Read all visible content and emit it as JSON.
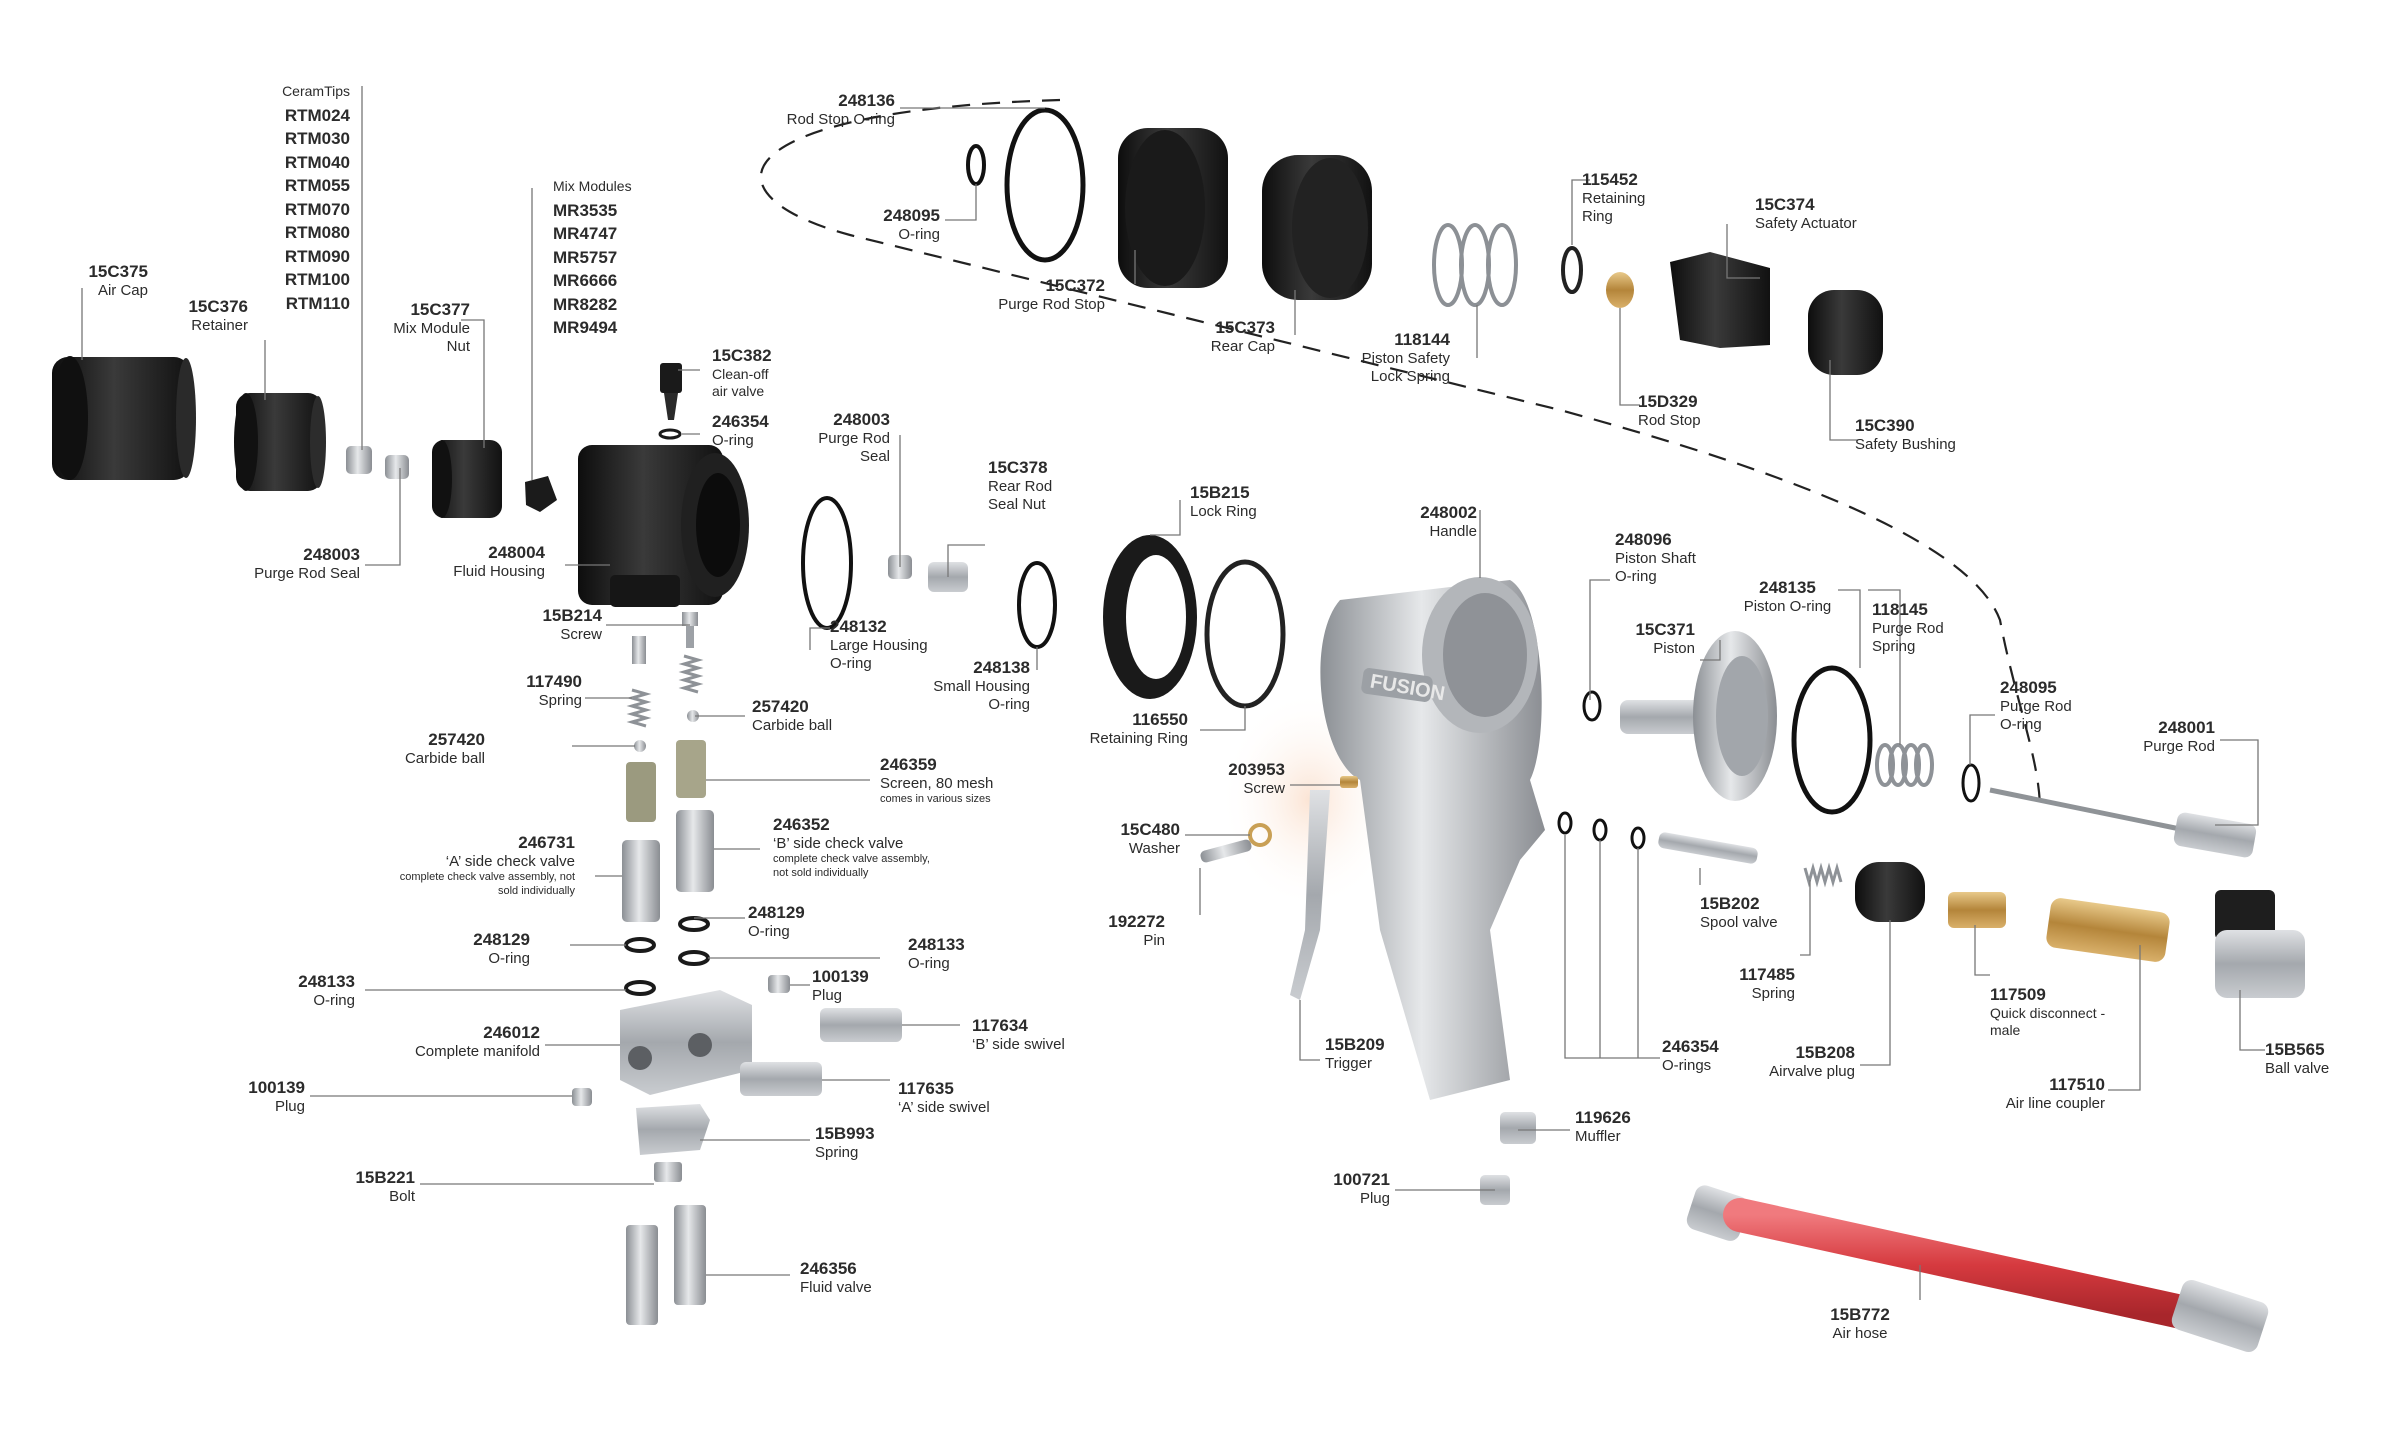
{
  "parts": [
    {
      "id": "15C375",
      "number": "15C375",
      "name": "Air Cap"
    },
    {
      "id": "15C376",
      "number": "15C376",
      "name": "Retainer"
    },
    {
      "id": "15C377",
      "number": "15C377",
      "name": "Mix Module Nut"
    },
    {
      "id": "15C382",
      "number": "15C382",
      "name": "Clean-off air valve"
    },
    {
      "id": "246354a",
      "number": "246354",
      "name": "O-ring"
    },
    {
      "id": "248003a",
      "number": "248003",
      "name": "Purge Rod Seal"
    },
    {
      "id": "248004",
      "number": "248004",
      "name": "Fluid Housing"
    },
    {
      "id": "15B214",
      "number": "15B214",
      "name": "Screw"
    },
    {
      "id": "117490",
      "number": "117490",
      "name": "Spring"
    },
    {
      "id": "257420a",
      "number": "257420",
      "name": "Carbide ball"
    },
    {
      "id": "257420b",
      "number": "257420",
      "name": "Carbide ball"
    },
    {
      "id": "246359",
      "number": "246359",
      "name": "Screen, 80 mesh",
      "note": "comes in various sizes"
    },
    {
      "id": "246731",
      "number": "246731",
      "name": "‘A’ side check valve",
      "note": "complete check valve assembly, not sold individually"
    },
    {
      "id": "246352",
      "number": "246352",
      "name": "‘B’ side check valve",
      "note": "complete check valve assembly, not sold individually"
    },
    {
      "id": "248129a",
      "number": "248129",
      "name": "O-ring"
    },
    {
      "id": "248129b",
      "number": "248129",
      "name": "O-ring"
    },
    {
      "id": "248133a",
      "number": "248133",
      "name": "O-ring"
    },
    {
      "id": "248133b",
      "number": "248133",
      "name": "O-ring"
    },
    {
      "id": "100139a",
      "number": "100139",
      "name": "Plug"
    },
    {
      "id": "100139b",
      "number": "100139",
      "name": "Plug"
    },
    {
      "id": "246012",
      "number": "246012",
      "name": "Complete manifold"
    },
    {
      "id": "117634",
      "number": "117634",
      "name": "‘B’ side swivel"
    },
    {
      "id": "117635",
      "number": "117635",
      "name": "‘A’ side swivel"
    },
    {
      "id": "15B993",
      "number": "15B993",
      "name": "Spring"
    },
    {
      "id": "15B221",
      "number": "15B221",
      "name": "Bolt"
    },
    {
      "id": "246356",
      "number": "246356",
      "name": "Fluid valve"
    },
    {
      "id": "248136",
      "number": "248136",
      "name": "Rod Stop O-ring"
    },
    {
      "id": "248095a",
      "number": "248095",
      "name": "O-ring"
    },
    {
      "id": "15C372",
      "number": "15C372",
      "name": "Purge Rod Stop"
    },
    {
      "id": "15C373",
      "number": "15C373",
      "name": "Rear Cap"
    },
    {
      "id": "118144",
      "number": "118144",
      "name": "Piston Safety Lock Spring"
    },
    {
      "id": "115452",
      "number": "115452",
      "name": "Retaining Ring"
    },
    {
      "id": "15C374",
      "number": "15C374",
      "name": "Safety Actuator"
    },
    {
      "id": "15D329",
      "number": "15D329",
      "name": "Rod Stop"
    },
    {
      "id": "15C390",
      "number": "15C390",
      "name": "Safety Bushing"
    },
    {
      "id": "248003b",
      "number": "248003",
      "name": "Purge Rod Seal"
    },
    {
      "id": "15C378",
      "number": "15C378",
      "name": "Rear Rod Seal Nut"
    },
    {
      "id": "248132",
      "number": "248132",
      "name": "Large Housing O-ring"
    },
    {
      "id": "248138",
      "number": "248138",
      "name": "Small Housing O-ring"
    },
    {
      "id": "15B215",
      "number": "15B215",
      "name": "Lock Ring"
    },
    {
      "id": "116550",
      "number": "116550",
      "name": "Retaining Ring"
    },
    {
      "id": "248002",
      "number": "248002",
      "name": "Handle"
    },
    {
      "id": "203953",
      "number": "203953",
      "name": "Screw"
    },
    {
      "id": "15C480",
      "number": "15C480",
      "name": "Washer"
    },
    {
      "id": "192272",
      "number": "192272",
      "name": "Pin"
    },
    {
      "id": "15B209",
      "number": "15B209",
      "name": "Trigger"
    },
    {
      "id": "248096",
      "number": "248096",
      "name": "Piston Shaft O-ring"
    },
    {
      "id": "15C371",
      "number": "15C371",
      "name": "Piston"
    },
    {
      "id": "248135",
      "number": "248135",
      "name": "Piston O-ring"
    },
    {
      "id": "118145",
      "number": "118145",
      "name": "Purge Rod Spring"
    },
    {
      "id": "248095b",
      "number": "248095",
      "name": "Purge Rod O-ring"
    },
    {
      "id": "248001",
      "number": "248001",
      "name": "Purge Rod"
    },
    {
      "id": "15B202",
      "number": "15B202",
      "name": "Spool valve"
    },
    {
      "id": "117485",
      "number": "117485",
      "name": "Spring"
    },
    {
      "id": "15B208",
      "number": "15B208",
      "name": "Airvalve plug"
    },
    {
      "id": "117509",
      "number": "117509",
      "name": "Quick disconnect - male"
    },
    {
      "id": "117510",
      "number": "117510",
      "name": "Air line coupler"
    },
    {
      "id": "15B565",
      "number": "15B565",
      "name": "Ball valve"
    },
    {
      "id": "246354b",
      "number": "246354",
      "name": "O-rings"
    },
    {
      "id": "119626",
      "number": "119626",
      "name": "Muffler"
    },
    {
      "id": "100721",
      "number": "100721",
      "name": "Plug"
    },
    {
      "id": "15B772",
      "number": "15B772",
      "name": "Air hose"
    }
  ],
  "ceram_tips": {
    "heading": "CeramTips",
    "items": [
      "RTM024",
      "RTM030",
      "RTM040",
      "RTM055",
      "RTM070",
      "RTM080",
      "RTM090",
      "RTM100",
      "RTM110"
    ]
  },
  "mix_modules": {
    "heading": "Mix Modules",
    "items": [
      "MR3535",
      "MR4747",
      "MR5757",
      "MR6666",
      "MR8282",
      "MR9494"
    ]
  },
  "handle_markings": {
    "brand": "FUSION"
  },
  "colors": {
    "text": "#2b2b2b",
    "leader": "#777777",
    "black_part": "#1e1e1e",
    "metal": "#b9bcc0",
    "brass": "#c9a055",
    "hose": "#d63a3f"
  }
}
